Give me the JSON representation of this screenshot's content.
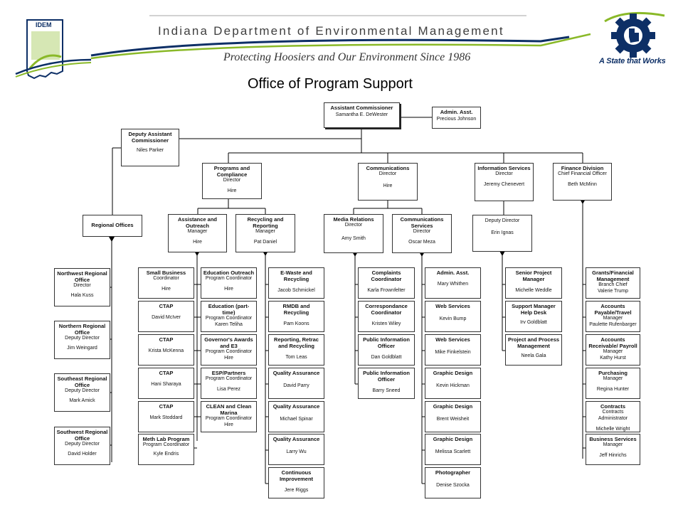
{
  "header": {
    "agency_title": "Indiana Department of Environmental Management",
    "tagline": "Protecting Hoosiers and Our Environment Since 1986",
    "logo_text": "IDEM",
    "state_slogan": "A State that Works",
    "colors": {
      "navy": "#0d2f66",
      "green": "#8ab928",
      "gray_rule": "#b8b8b8"
    }
  },
  "page_title": "Office of Program Support",
  "org": {
    "assistant_commissioner": {
      "title": "Assistant Commissioner",
      "name": "Samantha E. DeWester"
    },
    "admin_asst_top": {
      "title": "Admin. Asst.",
      "name": "Precious Johnson"
    },
    "deputy_assistant_commissioner": {
      "title": "Deputy Assistant Commissioner",
      "name": "Niles Parker"
    },
    "regional_offices": {
      "title": "Regional Offices"
    },
    "regions": [
      {
        "title": "Northwest Regional Office",
        "role": "Director",
        "name": "Hala Kuss"
      },
      {
        "title": "Northern Regional Office",
        "role": "Deputy Director",
        "name": "Jim Weingard"
      },
      {
        "title": "Southeast Regional Office",
        "role": "Deputy Director",
        "name": "Mark Amick"
      },
      {
        "title": "Southwest Regional Office",
        "role": "Deputy Director",
        "name": "David Holder"
      }
    ],
    "programs_compliance": {
      "title": "Programs and Compliance",
      "role": "Director",
      "name": "Hire"
    },
    "assistance_outreach": {
      "title": "Assistance and Outreach",
      "role": "Manager",
      "name": "Hire"
    },
    "recycling_reporting": {
      "title": "Recycling and Reporting",
      "role": "Manager",
      "name": "Pat Daniel"
    },
    "assistance_col1": [
      {
        "title": "Small Business",
        "role": "Coordinator",
        "name": "Hire"
      },
      {
        "title": "CTAP",
        "name": "David McIver"
      },
      {
        "title": "CTAP",
        "name": "Krista McKenna"
      },
      {
        "title": "CTAP",
        "name": "Hani Sharaya"
      },
      {
        "title": "CTAP",
        "name": "Mark Stoddard"
      },
      {
        "title": "Meth Lab Program",
        "role": "Program Coordinator",
        "name": "Kyle Endris"
      }
    ],
    "assistance_col2": [
      {
        "title": "Education Outreach",
        "role": "Program Coordinator",
        "name": "Hire"
      },
      {
        "title": "Education (part-time)",
        "role": "Program Coordinator",
        "name": "Karen Teliha"
      },
      {
        "title": "Governor's Awards and E3",
        "role": "Program Coordinator",
        "name": "Hire"
      },
      {
        "title": "ESP/Partners",
        "role": "Program Coordinator",
        "name": "Lisa Perez"
      },
      {
        "title": "CLEAN and Clean Marina",
        "role": "Program Coordinator",
        "name": "Hire"
      }
    ],
    "recycling_col": [
      {
        "title": "E-Waste and Recycling",
        "name": "Jacob Schmickel"
      },
      {
        "title": "RMDB and Recycling",
        "name": "Pam Koons"
      },
      {
        "title": "Reporting, Retrac and Recycling",
        "name": "Tom Leas"
      },
      {
        "title": "Quality Assurance",
        "name": "David Parry"
      },
      {
        "title": "Quality Assurance",
        "name": "Michael Spinar"
      },
      {
        "title": "Quality Assurance",
        "name": "Larry Wu"
      },
      {
        "title": "Continuous Improvement",
        "name": "Jere Riggs"
      }
    ],
    "communications": {
      "title": "Communications",
      "role": "Director",
      "name": "Hire"
    },
    "media_relations": {
      "title": "Media Relations",
      "role": "Director",
      "name": "Amy Smith"
    },
    "communications_services": {
      "title": "Communications Services",
      "role": "Director",
      "name": "Oscar Meza"
    },
    "media_col": [
      {
        "title": "Complaints Coordinator",
        "name": "Karla Frownfelter"
      },
      {
        "title": "Correspondance Coordinator",
        "name": "Kristen Wiley"
      },
      {
        "title": "Public Information Officer",
        "name": "Dan Goldblatt"
      },
      {
        "title": "Public Information Officer",
        "name": "Barry Sneed"
      }
    ],
    "comm_services_col": [
      {
        "title": "Admin. Asst.",
        "name": "Mary Whithen"
      },
      {
        "title": "Web Services",
        "name": "Kevin Bump"
      },
      {
        "title": "Web Services",
        "name": "Mike Finkelstein"
      },
      {
        "title": "Graphic Design",
        "name": "Kevin Hickman"
      },
      {
        "title": "Graphic Design",
        "name": "Brent Weisheit"
      },
      {
        "title": "Graphic Design",
        "name": "Melissa Scarlett"
      },
      {
        "title": "Photographer",
        "name": "Denise Szocka"
      }
    ],
    "information_services": {
      "title": "Information Services",
      "role": "Director",
      "name": "Jeremy Chenevert"
    },
    "is_deputy": {
      "role": "Deputy Director",
      "name": "Erin Ignas"
    },
    "is_col": [
      {
        "title": "Senior Project Manager",
        "name": "Michelle Weddle"
      },
      {
        "title": "Support Manager Help Desk",
        "name": "Irv Goldblatt"
      },
      {
        "title": "Project and Process Management",
        "name": "Neela Gala"
      }
    ],
    "finance_division": {
      "title": "Finance Division",
      "role": "Chief Financial Officer",
      "name": "Beth McMinn"
    },
    "finance_col": [
      {
        "title": "Grants/Financial Management",
        "role": "Branch Chief",
        "name": "Valerie Trump"
      },
      {
        "title": "Accounts Payable/Travel",
        "role": "Manager",
        "name": "Paulette Rufenbarger"
      },
      {
        "title": "Accounts Receivable/ Payroll",
        "role": "Manager",
        "name": "Kathy Hurst"
      },
      {
        "title": "Purchasing",
        "role": "Manager",
        "name": "Regina Hunter"
      },
      {
        "title": "Contracts",
        "role": "Contracts Administrator",
        "name": "Michelle Wright"
      },
      {
        "title": "Business Services",
        "role": "Manager",
        "name": "Jeff Hinrichs"
      }
    ]
  }
}
